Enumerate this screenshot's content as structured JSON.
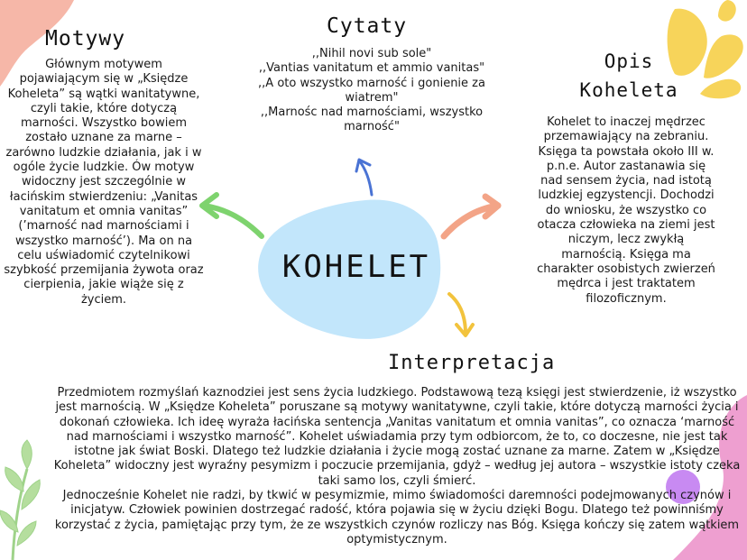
{
  "center": {
    "label": "KOHELET"
  },
  "motywy": {
    "title": "Motywy",
    "text": "Głównym motywem pojawiającym się w „Księdze Koheleta” są wątki wanitatywne, czyli takie, które dotyczą marności. Wszystko bowiem zostało uznane za marne – zarówno ludzkie działania, jak i w ogóle życie ludzkie. Ów motyw widoczny jest szczególnie w łacińskim stwierdzeniu: „Vanitas vanitatum et omnia vanitas” (’marność nad marnościami i wszystko marność’). Ma on na celu uświadomić czytelnikowi szybkość przemijania żywota oraz cierpienia, jakie wiąże się z życiem."
  },
  "cytaty": {
    "title": "Cytaty",
    "quotes": [
      ",,Nihil novi sub sole\"",
      ",,Vantias vanitatum et ammio vanitas\"",
      ",,A oto wszystko marność i gonienie za wiatrem\"",
      ",,Marnośc nad marnościami, wszystko marność\""
    ]
  },
  "opis": {
    "title_line1": "Opis",
    "title_line2": "Koheleta",
    "text": "Kohelet to inaczej mędrzec przemawiający na zebraniu. Księga ta powstała około III w. p.n.e. Autor zastanawia się nad sensem życia, nad istotą ludzkiej egzystencji. Dochodzi do wniosku, że wszystko co otacza człowieka na ziemi jest niczym, lecz zwykłą marnością. Księga ma charakter osobistych zwierzeń mędrca i jest traktatem filozoficznym."
  },
  "interpretacja": {
    "title": "Interpretacja",
    "paragraph1": "Przedmiotem rozmyślań kaznodziei jest sens życia ludzkiego. Podstawową tezą księgi jest stwierdzenie, iż wszystko jest marnością. W „Księdze Koheleta” poruszane są motywy wanitatywne, czyli takie, które dotyczą marności życia i dokonań człowieka. Ich ideę wyraża łacińska sentencja „Vanitas vanitatum et omnia vanitas”, co oznacza ‘marność nad marnościami i wszystko marność”. Kohelet uświadamia przy tym odbiorcom, że to, co doczesne, nie jest tak istotne jak świat Boski. Dlatego też ludzkie działania i życie mogą zostać uznane za marne. Zatem w „Księdze Koheleta” widoczny jest wyraźny pesymizm i poczucie przemijania, gdyż – według jej autora – wszystkie istoty czeka taki samo los, czyli śmierć.",
    "paragraph2": "Jednocześnie Kohelet nie radzi, by tkwić w pesymizmie, mimo świadomości daremności podejmowanych czynów i inicjatyw. Człowiek powinien dostrzegać radość, która pojawia się w życiu dzięki Bogu. Dlatego też powinniśmy korzystać z życia, pamiętając przy tym, że ze wszystkich czynów rozliczy nas Bóg. Księga kończy się zatem wątkiem optymistycznym."
  },
  "colors": {
    "blob": "#c2e6fb",
    "arrow_left": "#7ed36e",
    "arrow_up": "#4a73d4",
    "arrow_right": "#f3a487",
    "arrow_down": "#f2c33d",
    "corner_top_left": "#f6b7a8",
    "petals": "#f7d45a",
    "leaf": "#9fd38a",
    "pink": "#ee9fd0",
    "purple": "#c88af2"
  }
}
